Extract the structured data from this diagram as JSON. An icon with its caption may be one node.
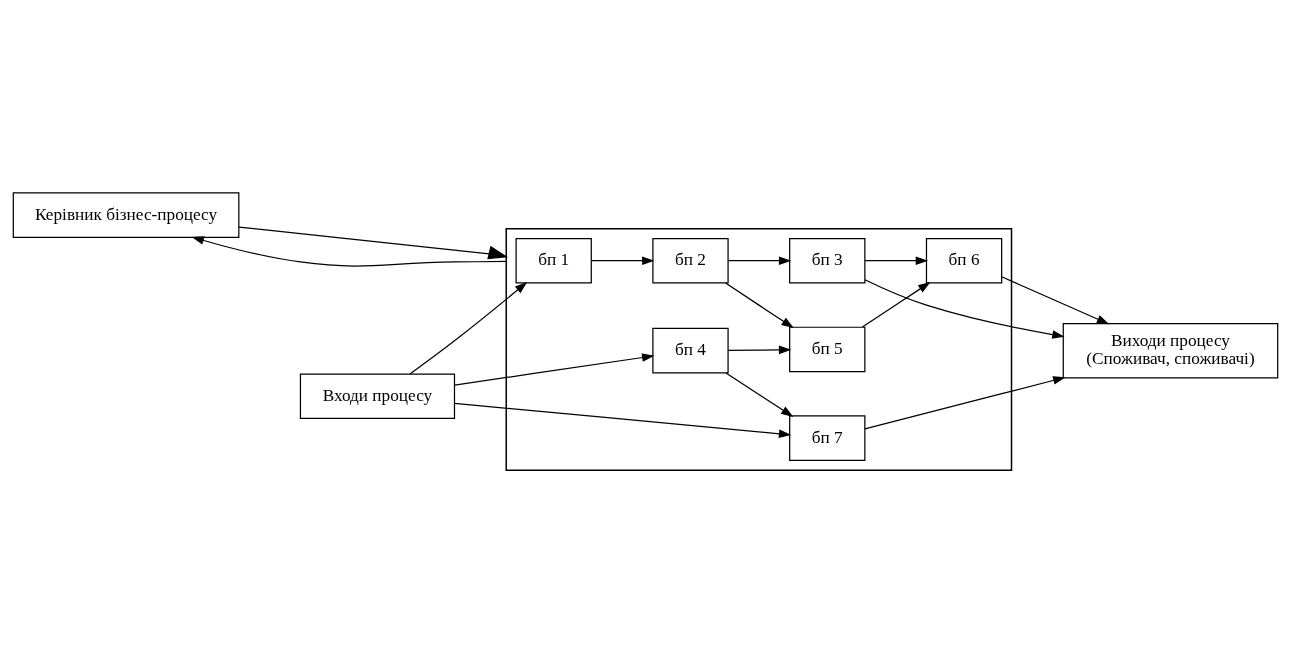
{
  "diagram": {
    "nodes": [
      {
        "text": [
          "Керівник бізнес-процесу"
        ]
      },
      {
        "text": [],
        "shape": "arrow"
      },
      {
        "text": [
          "Входи процесу"
        ]
      },
      {
        "text": [
          "Виходи процесу",
          "(Споживач, споживачі)"
        ]
      },
      {
        "text": [
          "бп 1"
        ],
        "in": 1
      },
      {
        "text": [
          "бп 2"
        ],
        "in": 1
      },
      {
        "text": [
          "бп 3"
        ],
        "in": 1
      },
      {
        "text": [
          "бп 4"
        ],
        "in": 1
      },
      {
        "text": [
          "бп 5"
        ],
        "in": 1
      },
      {
        "text": [
          "бп 6"
        ],
        "in": 1
      },
      {
        "text": [
          "бп 7"
        ],
        "in": 1
      }
    ],
    "edges": [
      {
        "from": 0,
        "to": 1,
        "arrow": "to"
      },
      {
        "from": 1,
        "to": 0,
        "arrow": "to"
      },
      {
        "from": 2,
        "to": 4,
        "arrow": "to"
      },
      {
        "from": 2,
        "to": 7,
        "arrow": "to"
      },
      {
        "from": 2,
        "to": 10,
        "arrow": "to"
      },
      {
        "from": 4,
        "to": 5,
        "arrow": "to"
      },
      {
        "from": 5,
        "to": 6,
        "arrow": "to"
      },
      {
        "from": 6,
        "to": 3,
        "arrow": "to"
      },
      {
        "from": 5,
        "to": 8,
        "arrow": "to"
      },
      {
        "from": 6,
        "to": 9,
        "arrow": "to"
      },
      {
        "from": 7,
        "to": 8,
        "arrow": "to"
      },
      {
        "from": 7,
        "to": 10,
        "arrow": "to"
      },
      {
        "from": 8,
        "to": 9,
        "arrow": "to"
      },
      {
        "from": 9,
        "to": 3,
        "arrow": "to"
      },
      {
        "from": 10,
        "to": 3,
        "arrow": "to"
      }
    ]
  }
}
